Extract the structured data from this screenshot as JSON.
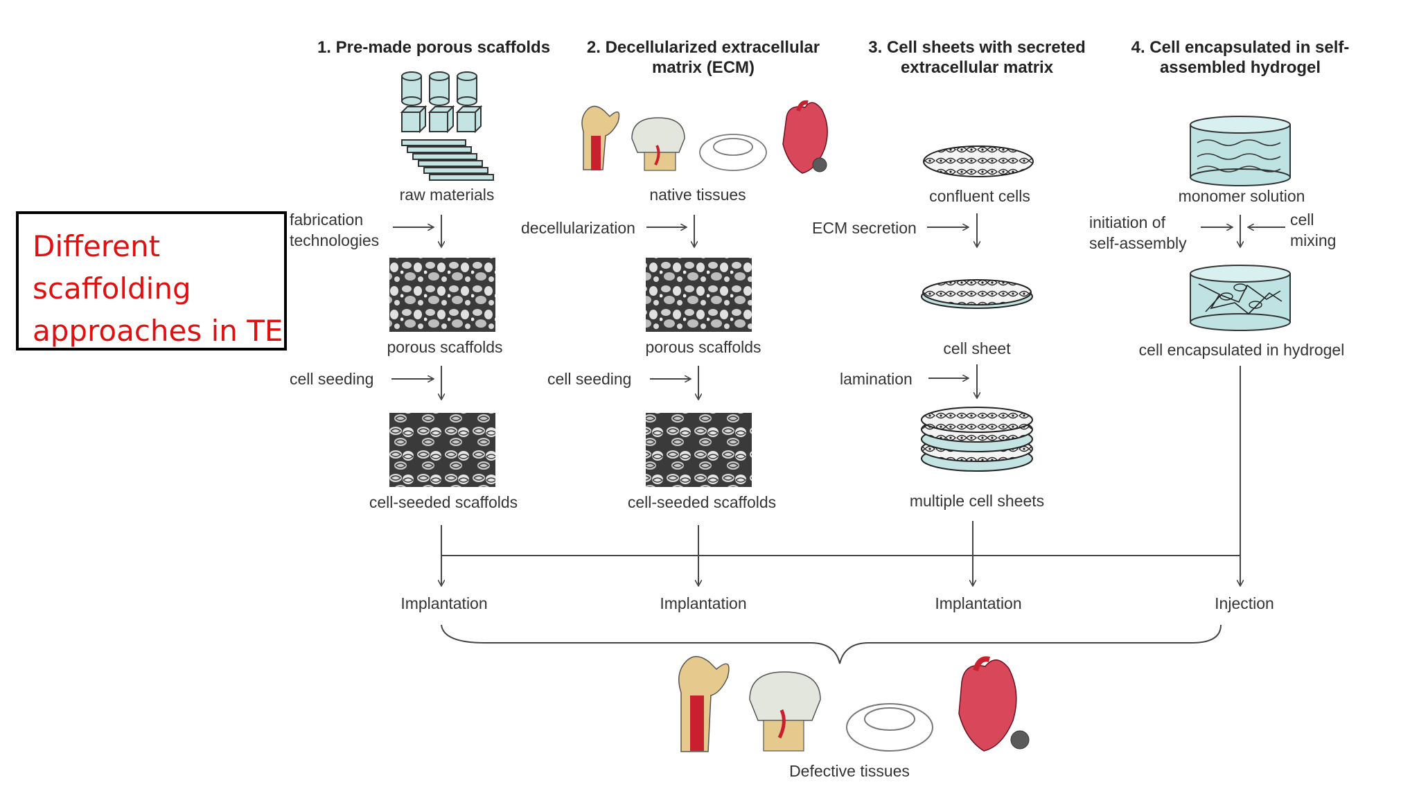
{
  "callout": {
    "text": "Different\nscaffolding\napproaches in TE"
  },
  "columns": [
    {
      "header_line1": "1. Pre-made porous scaffolds",
      "header_line2": "",
      "start": "raw materials",
      "step1_side": "fabrication\ntechnologies",
      "middle": "porous scaffolds",
      "step2_side": "cell seeding",
      "end": "cell-seeded scaffolds",
      "delivery": "Implantation"
    },
    {
      "header_line1": "2. Decellularized extracellular",
      "header_line2": "matrix (ECM)",
      "start": "native tissues",
      "step1_side": "decellularization",
      "middle": "porous scaffolds",
      "step2_side": "cell seeding",
      "end": "cell-seeded scaffolds",
      "delivery": "Implantation"
    },
    {
      "header_line1": "3. Cell sheets with secreted",
      "header_line2": "extracellular matrix",
      "start": "confluent cells",
      "step1_side": "ECM secretion",
      "middle": "cell sheet",
      "step2_side": "lamination",
      "end": "multiple cell sheets",
      "delivery": "Implantation"
    },
    {
      "header_line1": "4. Cell encapsulated in self-",
      "header_line2": "assembled hydrogel",
      "start": "monomer solution",
      "step1_left": "initiation of\nself-assembly",
      "step1_right": "cell\nmixing",
      "middle": "cell encapsulated in hydrogel",
      "delivery": "Injection"
    }
  ],
  "outcome": {
    "label": "Defective tissues"
  },
  "colors": {
    "callout_text": "#e01010",
    "ink": "#333333",
    "tissue_red": "#c8202e",
    "bone": "#e6c98c",
    "hydrogel": "#bfe3e3"
  },
  "icons": [
    "scaffold-blocks-icon",
    "bone-icon",
    "knee-icon",
    "meniscus-icon",
    "heart-icon",
    "cell-disk-icon",
    "hydrogel-beaker-icon",
    "porous-texture-icon"
  ]
}
